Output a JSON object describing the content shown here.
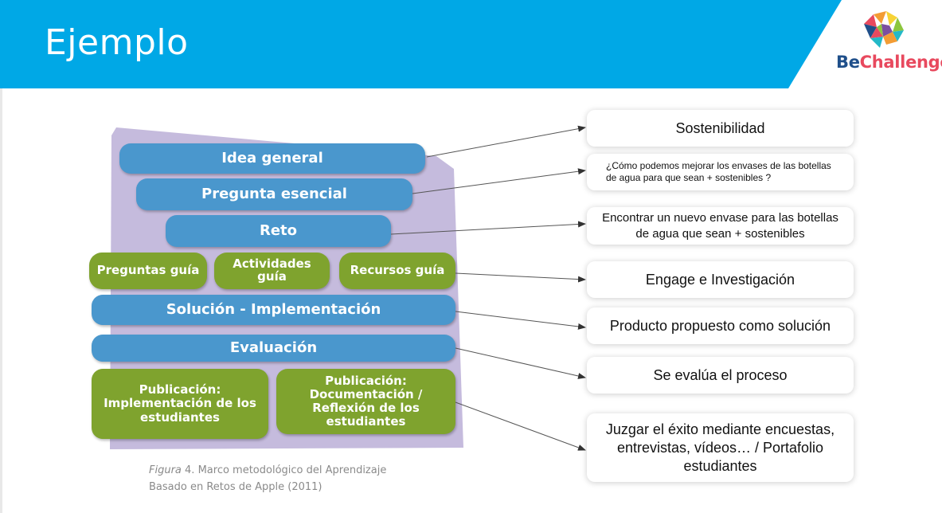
{
  "slide": {
    "title": "Ejemplo",
    "banner_color": "#00a8e6"
  },
  "logo": {
    "text_part1": "Be",
    "text_part2": "Challenge",
    "colors": [
      "#e8495e",
      "#f39c34",
      "#f7d335",
      "#8cc63e",
      "#23b9c8",
      "#1f4f8a",
      "#7b4fa0"
    ]
  },
  "diagram": {
    "levels": [
      {
        "label": "Idea general"
      },
      {
        "label": "Pregunta esencial"
      },
      {
        "label": "Reto"
      },
      {
        "label": "Preguntas guía"
      },
      {
        "label": "Actividades guía"
      },
      {
        "label": "Recursos guía"
      },
      {
        "label": "Solución - Implementación"
      },
      {
        "label": "Evaluación"
      },
      {
        "label": "Publicación: Implementación de los estudiantes"
      },
      {
        "label": "Publicación: Documentación / Reflexión de los estudiantes"
      }
    ],
    "colors": {
      "blue": "#4a97cd",
      "green": "#7fa32e",
      "backdrop": "#c5bbdd"
    },
    "caption_italic": "Figura",
    "caption_rest": " 4. Marco metodológico del Aprendizaje Basado en Retos de Apple (2011)"
  },
  "cards": [
    {
      "text": "Sostenibilidad"
    },
    {
      "text": "¿Cómo podemos mejorar los envases de las botellas de agua para que sean + sostenibles ?"
    },
    {
      "text": "Encontrar un nuevo envase para las botellas de agua que sean + sostenibles"
    },
    {
      "text": "Engage e Investigación"
    },
    {
      "text": "Producto propuesto como solución"
    },
    {
      "text": "Se evalúa el proceso"
    },
    {
      "text": "Juzgar el éxito mediante encuestas, entrevistas, vídeos… / Portafolio estudiantes"
    }
  ]
}
